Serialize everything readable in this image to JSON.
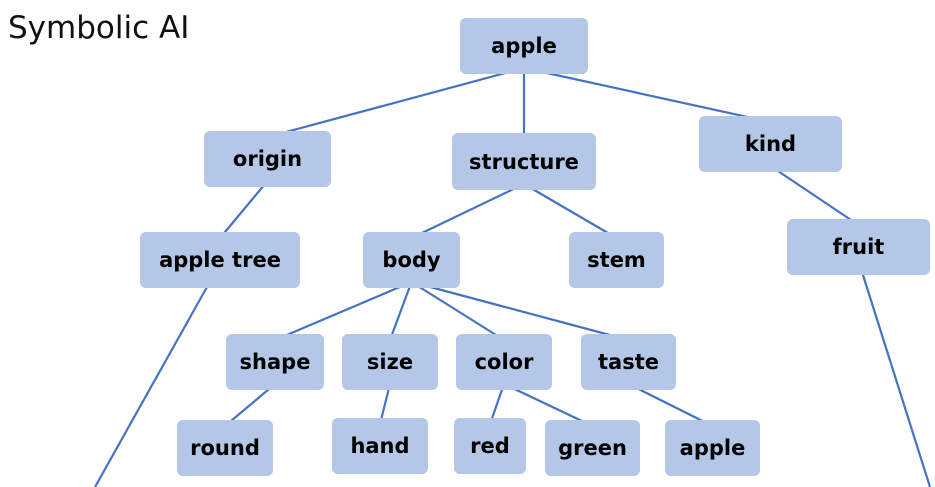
{
  "title": "Symbolic AI",
  "colors": {
    "node_fill": "#b4c7e7",
    "edge": "#4472c4",
    "text": "#000000"
  },
  "nodes": {
    "apple_root": "apple",
    "origin": "origin",
    "structure": "structure",
    "kind": "kind",
    "apple_tree": "apple tree",
    "body": "body",
    "stem": "stem",
    "fruit": "fruit",
    "shape": "shape",
    "size": "size",
    "color": "color",
    "taste": "taste",
    "round": "round",
    "hand": "hand",
    "red": "red",
    "green": "green",
    "apple_leaf": "apple"
  },
  "edges": [
    [
      "apple_root",
      "origin"
    ],
    [
      "apple_root",
      "structure"
    ],
    [
      "apple_root",
      "kind"
    ],
    [
      "origin",
      "apple_tree"
    ],
    [
      "structure",
      "body"
    ],
    [
      "structure",
      "stem"
    ],
    [
      "kind",
      "fruit"
    ],
    [
      "body",
      "shape"
    ],
    [
      "body",
      "size"
    ],
    [
      "body",
      "color"
    ],
    [
      "body",
      "taste"
    ],
    [
      "shape",
      "round"
    ],
    [
      "size",
      "hand"
    ],
    [
      "color",
      "red"
    ],
    [
      "color",
      "green"
    ],
    [
      "taste",
      "apple_leaf"
    ]
  ]
}
